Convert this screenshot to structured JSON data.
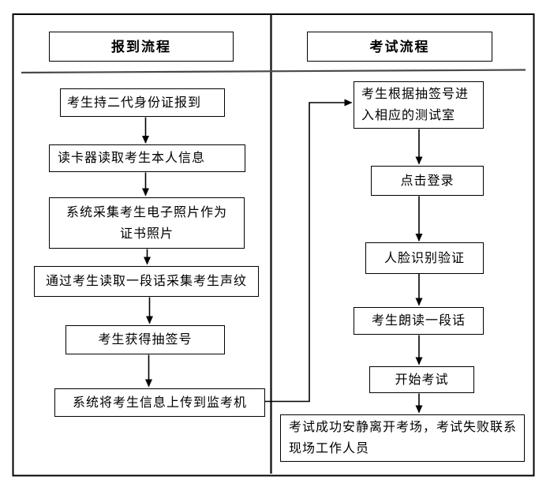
{
  "flowchart": {
    "left_column": {
      "title": "报到流程",
      "steps": [
        "考生持二代身份证报到",
        "读卡器读取考生本人信息",
        "系统采集考生电子照片作为\n证书照片",
        "通过考生读取一段话采集考生声纹",
        "考生获得抽签号",
        "系统将考生信息上传到监考机"
      ]
    },
    "right_column": {
      "title": "考试流程",
      "steps": [
        "考生根据抽签号进\n入相应的测试室",
        "点击登录",
        "人脸识别验证",
        "考生朗读一段话",
        "开始考试",
        "考试成功安静离开考场，考试失败联系\n现场工作人员"
      ]
    },
    "colors": {
      "line": "#000000",
      "box_border": "#000000",
      "text": "#000000",
      "separator": "#4a4a4a",
      "background": "#ffffff"
    }
  }
}
